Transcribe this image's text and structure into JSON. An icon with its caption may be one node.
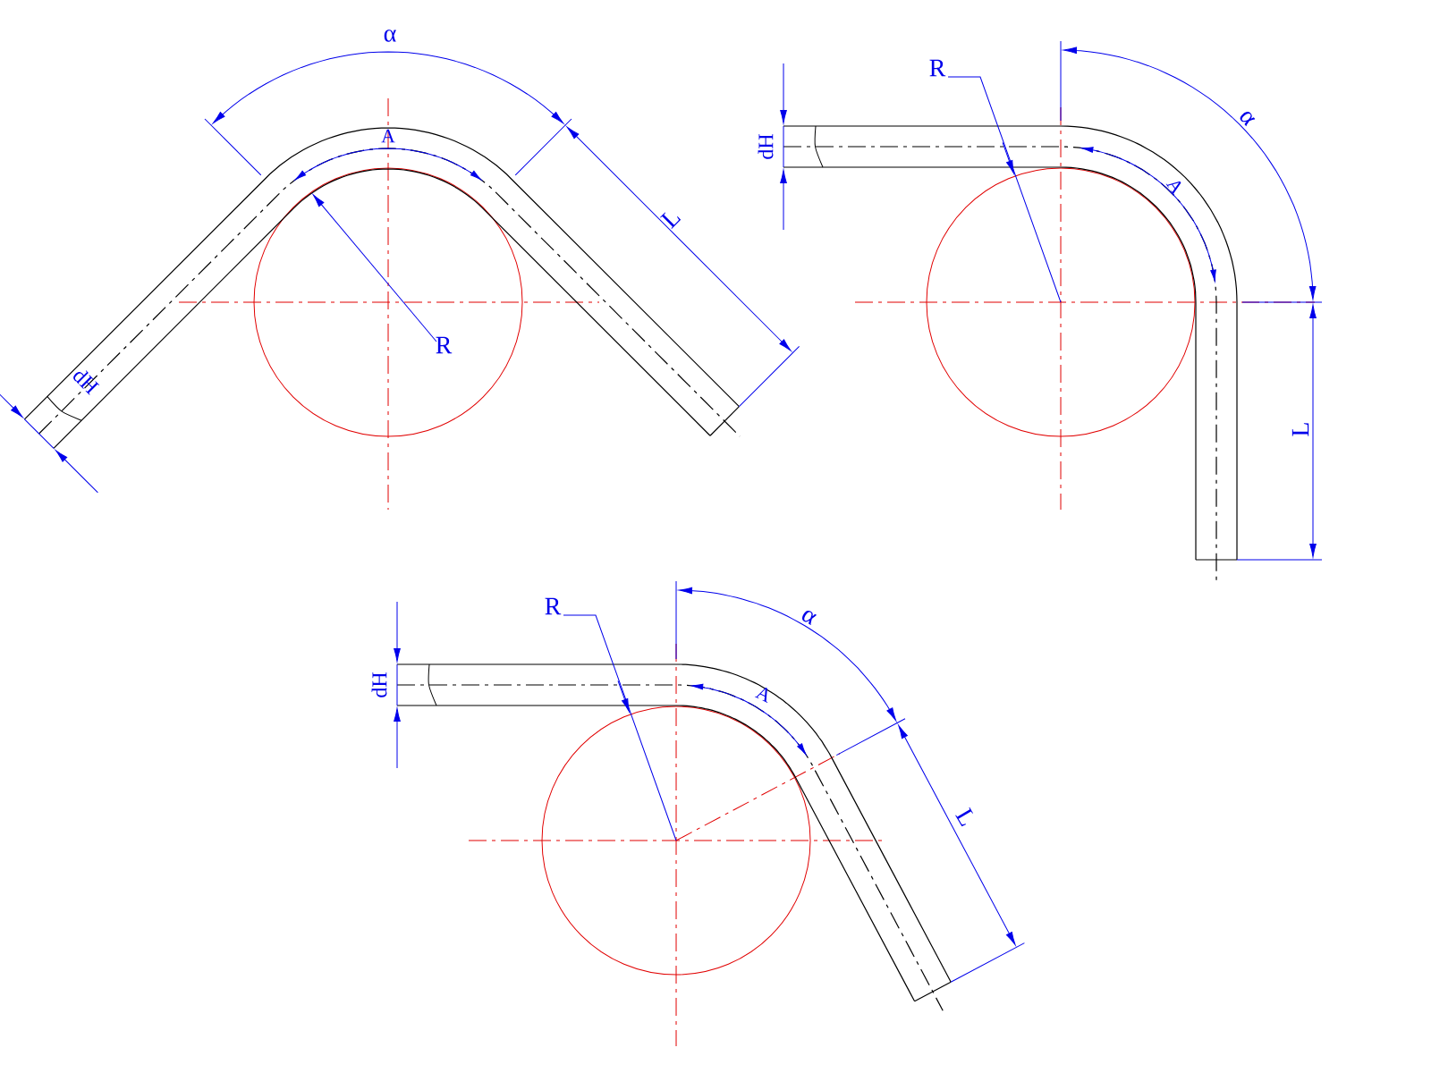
{
  "diagram": {
    "labels": [
      "α",
      "A",
      "L",
      "R",
      "dH",
      "R",
      "α",
      "dH",
      "A",
      "L",
      "R",
      "α",
      "dH",
      "A",
      "L"
    ]
  }
}
